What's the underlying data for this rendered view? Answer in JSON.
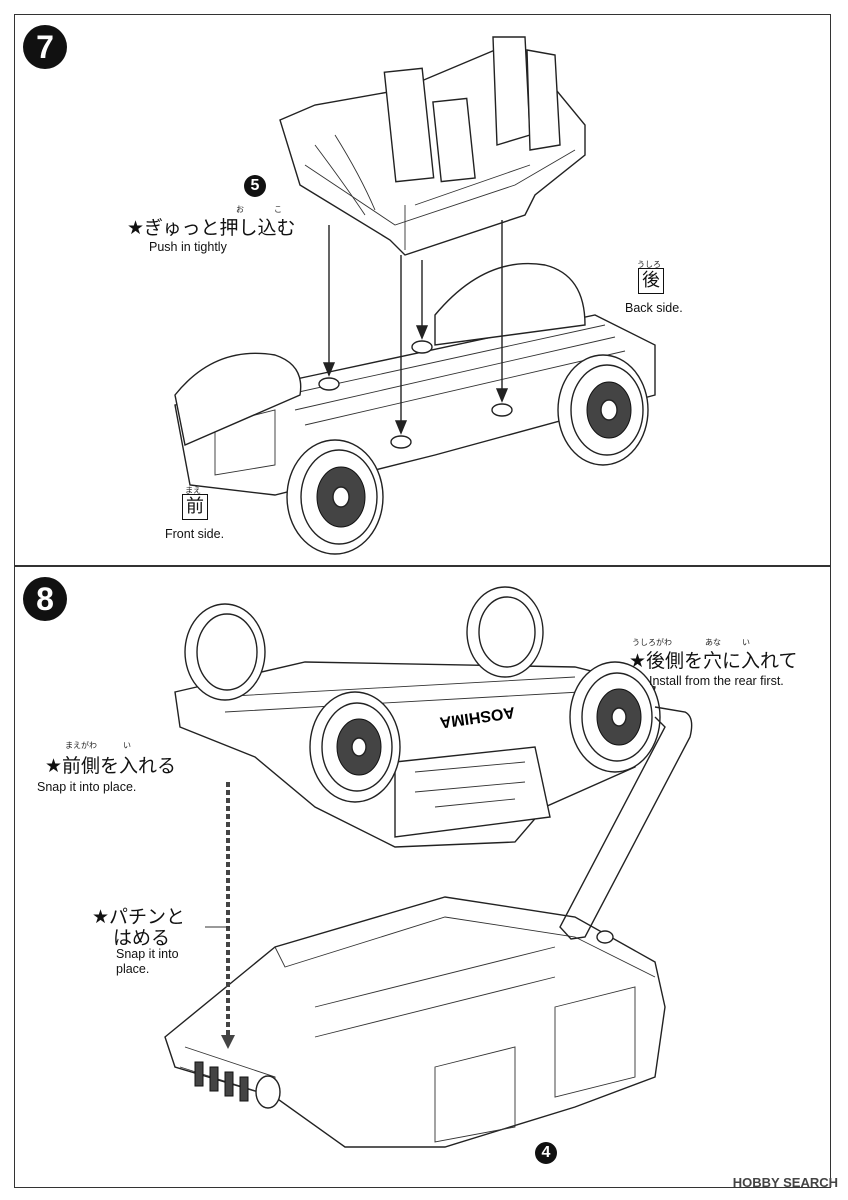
{
  "step7": {
    "number": "7",
    "part_number": "5",
    "callout_jp": "★ぎゅっと押し込む",
    "callout_ruby_1": "お",
    "callout_ruby_2": "こ",
    "callout_en": "Push in tightly",
    "back_kanji": "後",
    "back_ruby": "うしろ",
    "back_en": "Back side.",
    "front_kanji": "前",
    "front_ruby": "まえ",
    "front_en": "Front side."
  },
  "step8": {
    "number": "8",
    "part_number": "4",
    "rear_jp": "★後側を穴に入れて",
    "rear_ruby_1": "うしろがわ",
    "rear_ruby_2": "あな",
    "rear_ruby_3": "い",
    "rear_en": "Install from the rear first.",
    "front_jp": "★前側を入れる",
    "front_ruby_1": "まえがわ",
    "front_ruby_2": "い",
    "front_en": "Snap it into place.",
    "snap_jp_line1": "★パチンと",
    "snap_jp_line2": "はめる",
    "snap_en_line1": "Snap it into",
    "snap_en_line2": "place.",
    "chassis_text": "AOSHIMA"
  },
  "watermark": "HOBBY SEARCH"
}
